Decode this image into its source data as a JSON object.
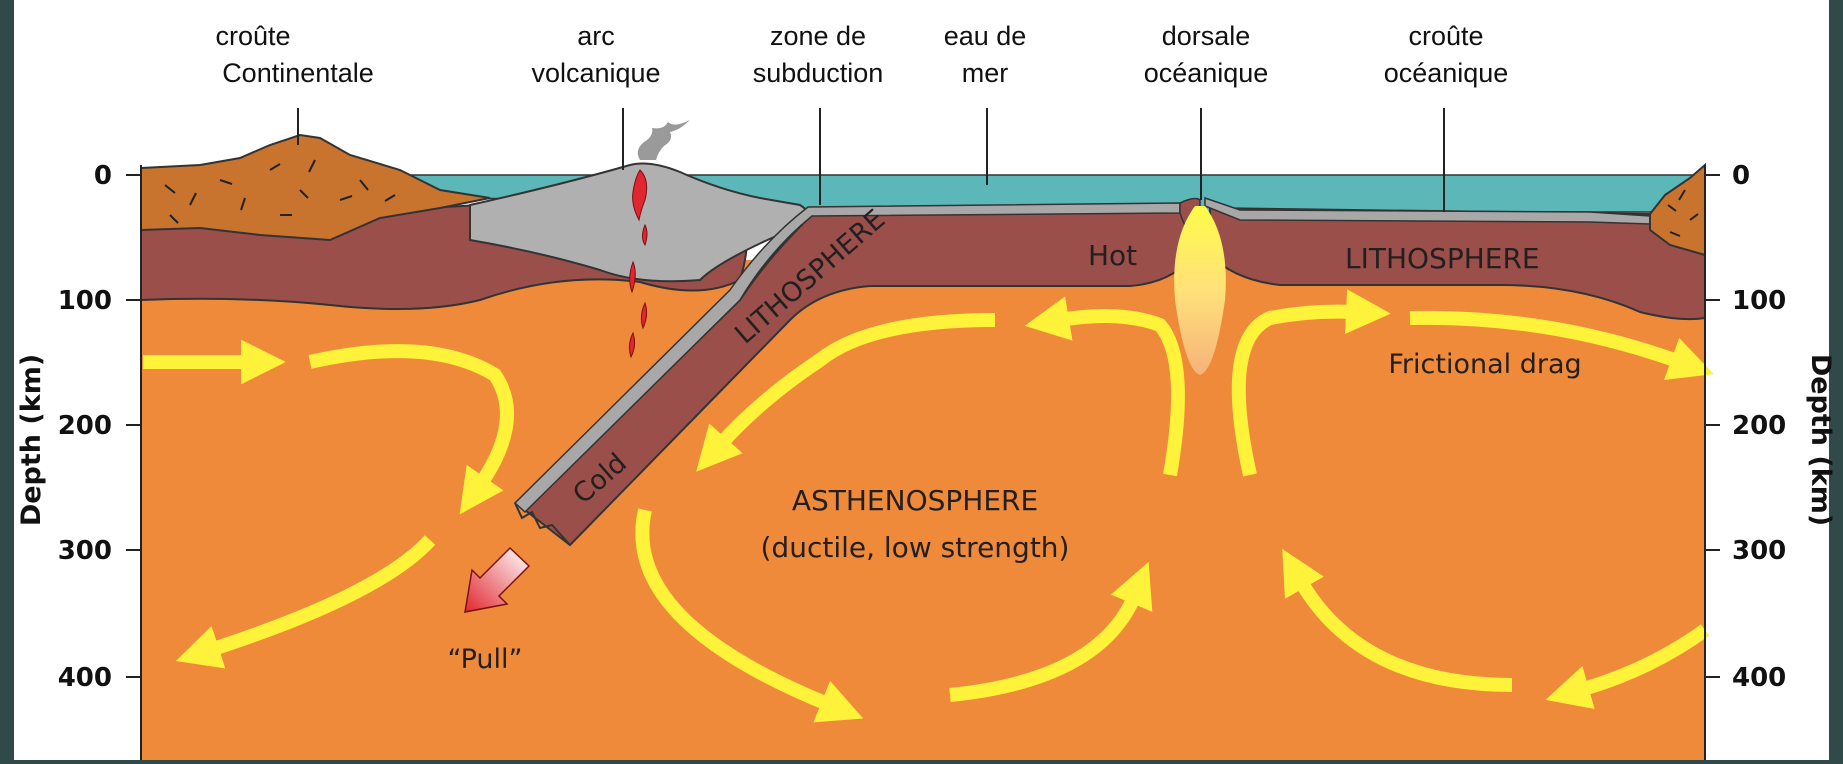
{
  "diagram": {
    "top_labels": {
      "continental_crust": [
        "croûte",
        "Continentale"
      ],
      "volcanic_arc": [
        "arc",
        "volcanique"
      ],
      "subduction_zone": [
        "zone de",
        "subduction"
      ],
      "seawater": [
        "eau de",
        "mer"
      ],
      "ocean_ridge": [
        "dorsale",
        "océanique"
      ],
      "oceanic_crust": [
        "croûte",
        "océanique"
      ]
    },
    "axis": {
      "title_left": "Depth (km)",
      "title_right": "Depth (km)",
      "ticks": [
        "0",
        "100",
        "200",
        "300",
        "400"
      ]
    },
    "inner_labels": {
      "lithosphere_left": "LITHOSPHERE",
      "lithosphere_right": "LITHOSPHERE",
      "hot": "Hot",
      "cold": "Cold",
      "asthenosphere": "ASTHENOSPHERE",
      "asthenosphere_note": "(ductile, low strength)",
      "frictional_drag": "Frictional drag",
      "pull": "“Pull”"
    },
    "colors": {
      "background": "#2f4a48",
      "panel": "#ffffff",
      "asthenosphere": "#ef8a3a",
      "lithosphere": "#9b4f4a",
      "continental_crust": "#c8742f",
      "oceanic_crust": "#a8a8a8",
      "seawater": "#5bb7b8",
      "arrows": "#fff23a",
      "pull_arrow": "#e0262f"
    }
  }
}
